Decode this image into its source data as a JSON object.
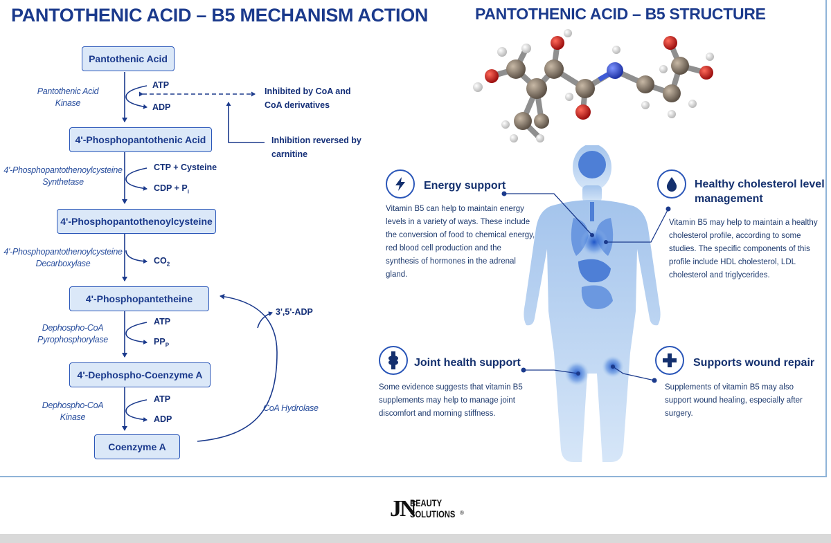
{
  "titles": {
    "left": "PANTOTHENIC ACID – B5 MECHANISM ACTION",
    "right": "PANTOTHENIC ACID – B5 STRUCTURE"
  },
  "pathway": {
    "boxes": [
      "Pantothenic Acid",
      "4'-Phosphopantothenic Acid",
      "4'-Phosphopantothenoylcysteine",
      "4'-Phosphopantetheine",
      "4'-Dephospho-Coenzyme A",
      "Coenzyme A"
    ],
    "enzymes": [
      [
        "Pantothenic Acid",
        "Kinase"
      ],
      [
        "4'-Phosphopantothenoylcysteine",
        "Synthetase"
      ],
      [
        "4'-Phosphopantothenoylcysteine",
        "Decarboxylase"
      ],
      [
        "Dephospho-CoA",
        "Pyrophosphorylase"
      ],
      [
        "Dephospho-CoA",
        "Kinase"
      ]
    ],
    "metabolites": {
      "s1_in": "ATP",
      "s1_out": "ADP",
      "s2_in": "CTP + Cysteine",
      "s2_out_main": "CDP + P",
      "s2_out_sub": "i",
      "s3_out_main": "CO",
      "s3_out_sub": "2",
      "s4_in": "ATP",
      "s4_out_main": "PP",
      "s4_out_sub": "P",
      "s5_in": "ATP",
      "s5_out": "ADP"
    },
    "inhibition": [
      "Inhibited by CoA and",
      "CoA derivatives"
    ],
    "reversal": [
      "Inhibition reversed by",
      "carnitine"
    ],
    "hydrolase_label": "CoA Hydrolase",
    "adp_label": "3',5'-ADP"
  },
  "benefits": {
    "energy": {
      "title": "Energy support",
      "text": [
        "Vitamin B5 can help to maintain energy",
        "levels in a variety of ways. These include",
        "the conversion of food to chemical energy,",
        "red blood cell production and the",
        "synthesis of hormones in the adrenal",
        "gland."
      ]
    },
    "cholesterol": {
      "title": [
        "Healthy cholesterol level",
        "management"
      ],
      "text": [
        "Vitamin B5 may help to maintain a healthy",
        "cholesterol profile, according to some",
        "studies. The specific components of this",
        "profile include HDL cholesterol, LDL",
        "cholesterol and triglycerides."
      ]
    },
    "joint": {
      "title": "Joint health support",
      "text": [
        "Some evidence suggests that vitamin B5",
        "supplements may help to manage joint",
        "discomfort and morning stiffness."
      ]
    },
    "wound": {
      "title": "Supports wound repair",
      "text": [
        "Supplements of vitamin B5 may also",
        "support wound healing, especially after",
        "surgery."
      ]
    }
  },
  "logo": {
    "mark": "JN",
    "line1": "BEAUTY",
    "line2": "SOLUTIONS",
    "reg": "®"
  },
  "colors": {
    "navy": "#1b3a8c",
    "box_fill": "#dbe8f8",
    "body_blue": "#a9c9ee",
    "accent": "#2a56b8"
  }
}
